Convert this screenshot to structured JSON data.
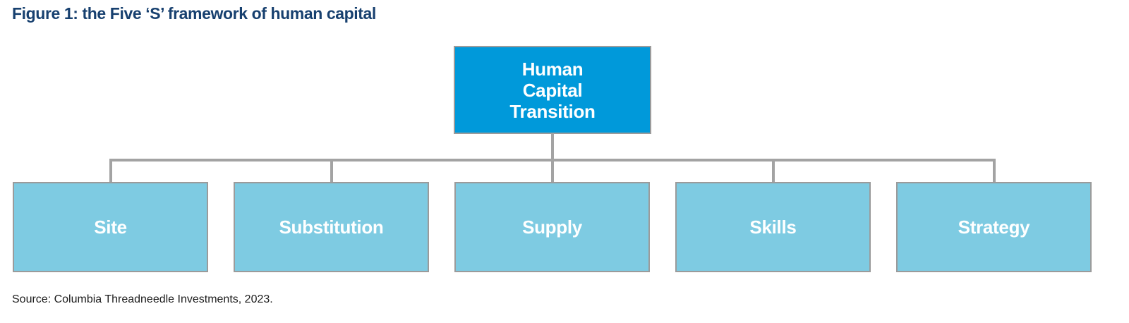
{
  "figure": {
    "title": "Figure 1: the Five ‘S’ framework of human capital",
    "source": "Source: Columbia Threadneedle Investments, 2023."
  },
  "hierarchy": {
    "root": {
      "label": "Human Capital Transition",
      "lines": [
        "Human",
        "Capital",
        "Transition"
      ]
    },
    "children": [
      {
        "label": "Site"
      },
      {
        "label": "Substitution"
      },
      {
        "label": "Supply"
      },
      {
        "label": "Skills"
      },
      {
        "label": "Strategy"
      }
    ]
  },
  "colors": {
    "root_fill": "#0099DA",
    "child_fill": "#7ECBE2",
    "node_border": "#9B9B9B",
    "connector": "#A3A3A3",
    "title_text": "#17406F",
    "node_text": "#FFFFFF",
    "source_text": "#1C1C1C",
    "background": "#FFFFFF"
  }
}
